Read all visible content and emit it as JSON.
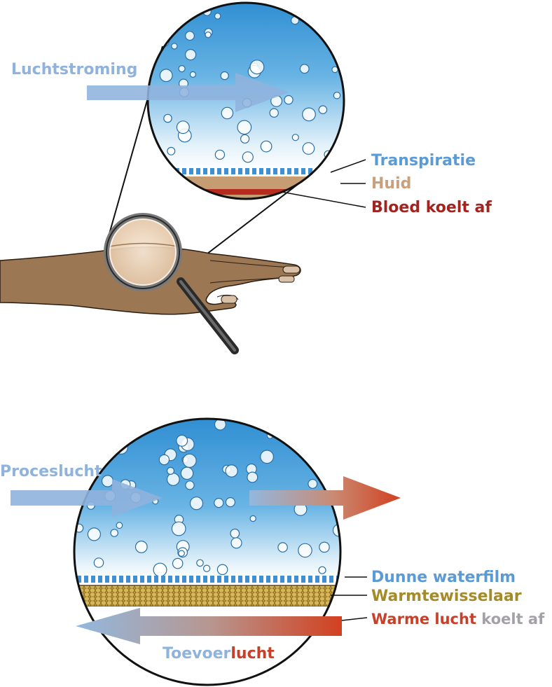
{
  "labels": {
    "luchtstroming": "Luchtstroming",
    "transpiratie": "Transpiratie",
    "huid": "Huid",
    "bloed": "Bloed koelt af",
    "proceslucht": "Proceslucht",
    "dunne_waterfilm": "Dunne waterfilm",
    "warmtewisselaar": "Warmtewisselaar",
    "warme": "Warme ",
    "lucht1": "lucht",
    "koelt_af": " koelt af",
    "toevoer": "Toevoer",
    "lucht2": "lucht"
  },
  "colors": {
    "blue_label": "#5b9bd5",
    "light_blue_label": "#8fb3dd",
    "skin_label": "#c8a07e",
    "blood_label": "#a3241f",
    "gold_label": "#a58a2a",
    "red_label": "#c9402a",
    "gray_label": "#a4a0a8"
  }
}
